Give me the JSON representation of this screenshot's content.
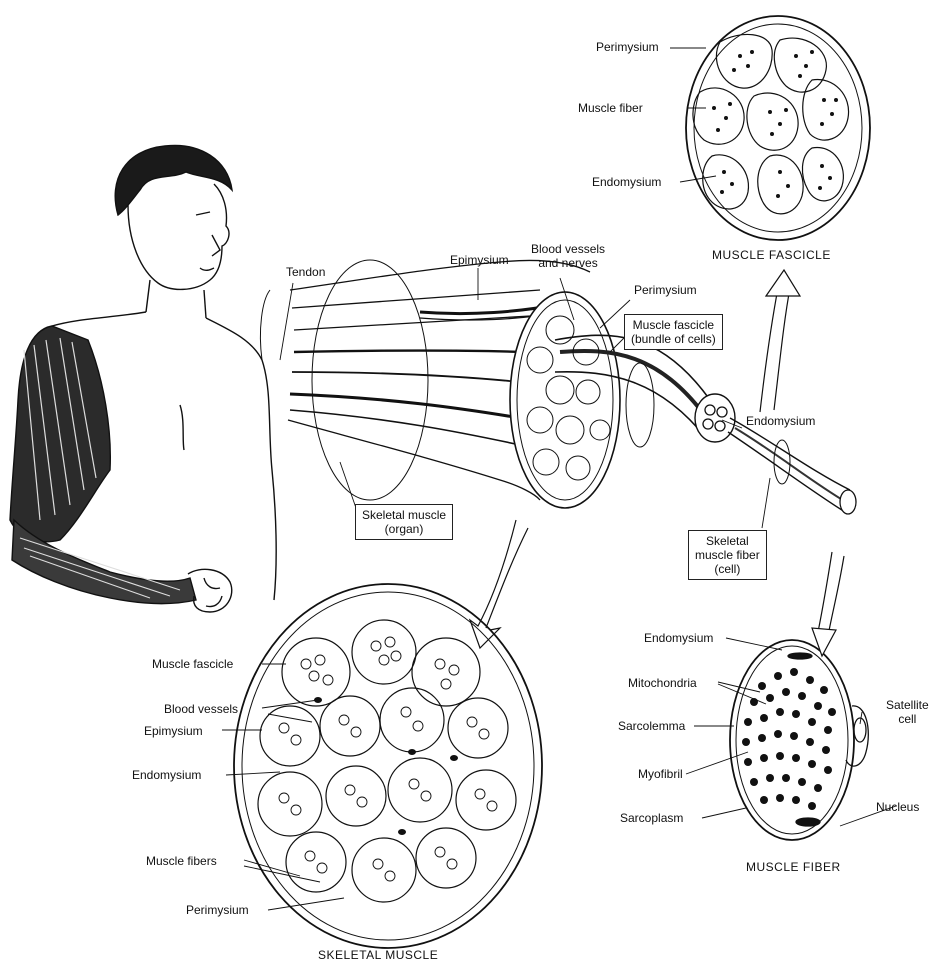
{
  "labels": {
    "tendon": "Tendon",
    "epimysium_top": "Epimysium",
    "blood_vessels_nerves": "Blood vessels\nand nerves",
    "perimysium_top": "Perimysium",
    "muscle_fascicle_box": "Muscle fascicle\n(bundle of cells)",
    "endomysium_mid": "Endomysium",
    "skeletal_muscle_organ": "Skeletal muscle\n(organ)",
    "skeletal_muscle_fiber_cell": "Skeletal\nmuscle fiber\n(cell)",
    "fascicle_perimysium": "Perimysium",
    "fascicle_muscle_fiber": "Muscle fiber",
    "fascicle_endomysium": "Endomysium",
    "muscle_fascicle_caption": "MUSCLE FASCICLE",
    "sm_muscle_fascicle": "Muscle fascicle",
    "sm_blood_vessels": "Blood vessels",
    "sm_epimysium": "Epimysium",
    "sm_endomysium": "Endomysium",
    "sm_muscle_fibers": "Muscle fibers",
    "sm_perimysium": "Perimysium",
    "skeletal_muscle_caption": "SKELETAL MUSCLE",
    "mf_endomysium": "Endomysium",
    "mf_mitochondria": "Mitochondria",
    "mf_sarcolemma": "Sarcolemma",
    "mf_myofibril": "Myofibril",
    "mf_sarcoplasm": "Sarcoplasm",
    "mf_satellite_cell": "Satellite\ncell",
    "mf_nucleus": "Nucleus",
    "muscle_fiber_caption": "MUSCLE FIBER"
  }
}
